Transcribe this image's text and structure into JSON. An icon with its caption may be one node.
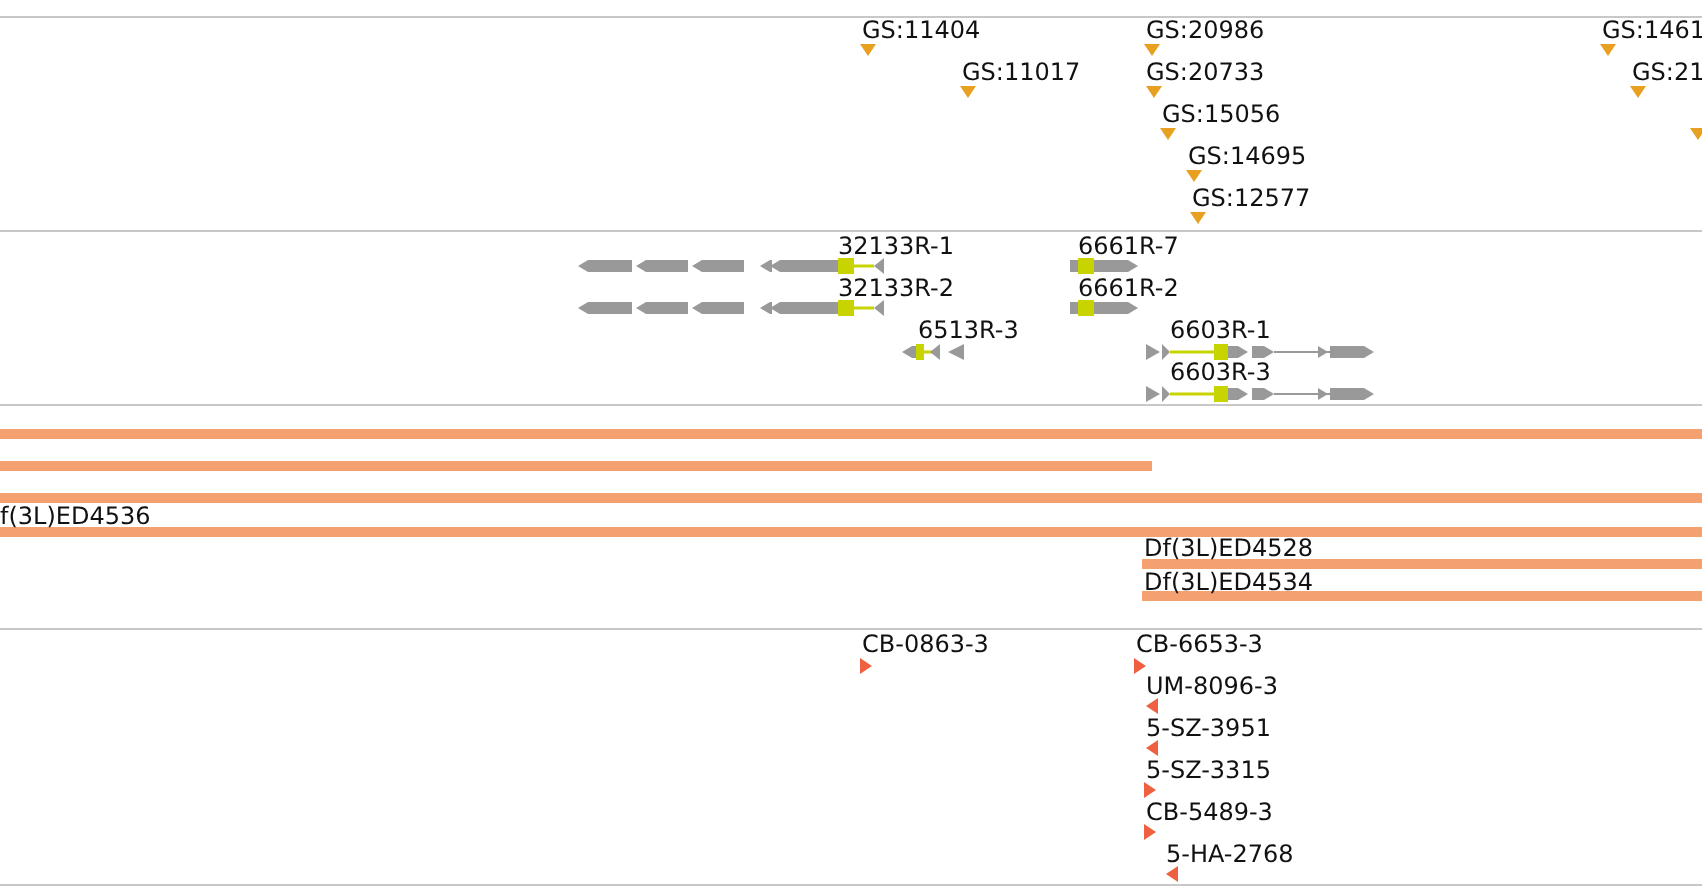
{
  "diagram": {
    "labels": [
      "GS:11404",
      "GS:20986",
      "GS:1461",
      "GS:11017",
      "GS:20733",
      "GS:21",
      "GS:15056",
      "GS:14695",
      "GS:12577",
      "32133R-1",
      "6661R-7",
      "32133R-2",
      "6661R-2",
      "6513R-3",
      "6603R-1",
      "6603R-3",
      "f(3L)ED4536",
      "Df(3L)ED4528",
      "Df(3L)ED4534",
      "CB-0863-3",
      "CB-6653-3",
      "UM-8096-3",
      "5-SZ-3951",
      "5-SZ-3315",
      "CB-5489-3",
      "5-HA-2768"
    ]
  }
}
